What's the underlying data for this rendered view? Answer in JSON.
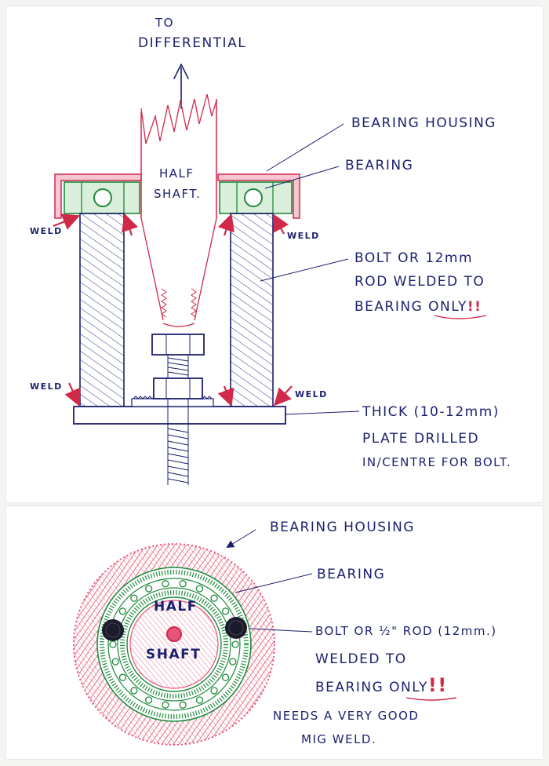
{
  "colors": {
    "ink": "#1b1f6e",
    "red": "#d0294a",
    "pink": "#e8537a",
    "green": "#1d8a3a"
  },
  "top": {
    "to_label_1": "TO",
    "to_label_2": "DIFFERENTIAL",
    "half_shaft_1": "HALF",
    "half_shaft_2": "SHAFT.",
    "bearing_housing": "BEARING HOUSING",
    "bearing": "BEARING",
    "weld_upper_left": "WELD",
    "weld_upper_right": "WELD",
    "weld_lower_left": "WELD",
    "weld_lower_right": "WELD",
    "bolt_note_1": "BOLT OR 12mm",
    "bolt_note_2": "ROD WELDED TO",
    "bolt_note_3": "BEARING",
    "bolt_note_3b": "ONLY",
    "bolt_note_3c": "!!",
    "plate_note_1": "THICK (10-12mm)",
    "plate_note_2": "PLATE DRILLED",
    "plate_note_3": "IN/CENTRE FOR BOLT."
  },
  "bottom": {
    "bearing_housing": "BEARING HOUSING",
    "bearing": "BEARING",
    "half_1": "HALF",
    "half_2": "SHAFT",
    "bolt_note_1": "BOLT OR ½\" ROD (12mm.)",
    "bolt_note_2": "WELDED TO",
    "bolt_note_3": "BEARING",
    "bolt_note_3b": "ONLY",
    "bolt_note_3c": "!!",
    "mig_note_1": "NEEDS A VERY GOOD",
    "mig_note_2": "MIG WELD."
  }
}
